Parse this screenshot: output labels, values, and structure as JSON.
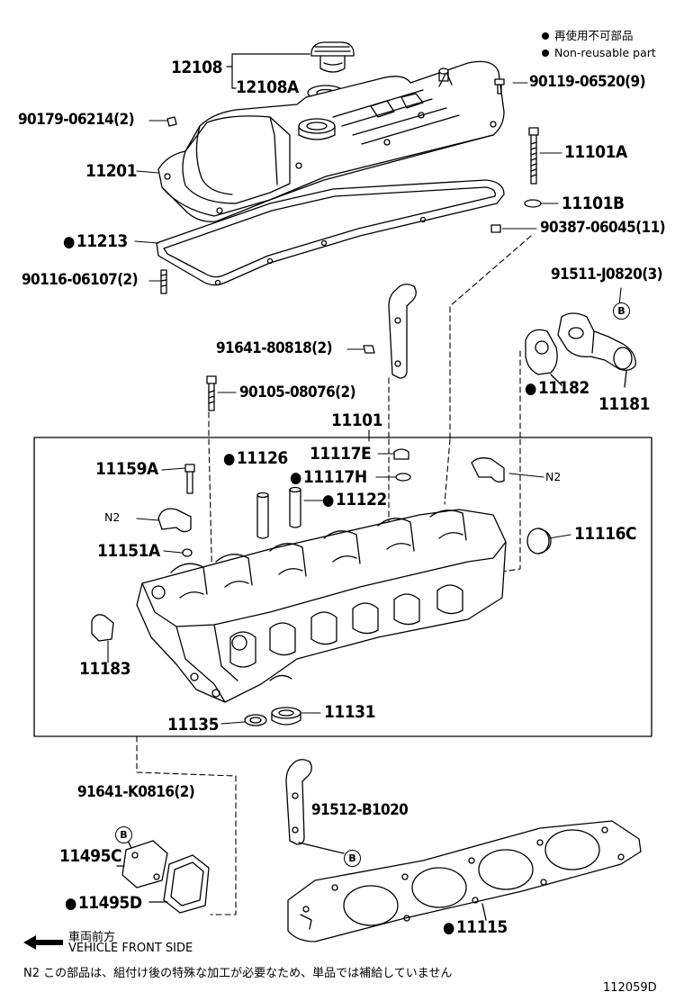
{
  "legend": {
    "jp": "再使用不可部品",
    "en": "Non-reusable part"
  },
  "parts": {
    "p12108": "12108",
    "p12108A": "12108A",
    "p90119": "90119-06520(9)",
    "p90179": "90179-06214(2)",
    "p11101A": "11101A",
    "p11201": "11201",
    "p11101B": "11101B",
    "p11213": "11213",
    "p90387": "90387-06045(11)",
    "p90116": "90116-06107(2)",
    "p91511": "91511-J0820(3)",
    "p91641a": "91641-80818(2)",
    "p11182": "11182",
    "p11181": "11181",
    "p90105": "90105-08076(2)",
    "p11101": "11101",
    "p11126": "11126",
    "p11117E": "11117E",
    "p11159A": "11159A",
    "p11117H": "11117H",
    "pN2a": "N2",
    "p11122": "11122",
    "pN2b": "N2",
    "p11116C": "11116C",
    "p11151A": "11151A",
    "p11183": "11183",
    "p11135": "11135",
    "p11131": "11131",
    "p91641b": "91641-K0816(2)",
    "p91512": "91512-B1020",
    "p11495C": "11495C",
    "p11495D": "11495D",
    "p11115": "11115"
  },
  "codes": {
    "b1": "B",
    "b2": "B",
    "b3": "B"
  },
  "front": {
    "jp": "車両前方",
    "en": "VEHICLE FRONT SIDE"
  },
  "note": "N2  この部品は、組付け後の特殊な加工が必要なため、単品では補給していません",
  "doc_number": "112059D"
}
